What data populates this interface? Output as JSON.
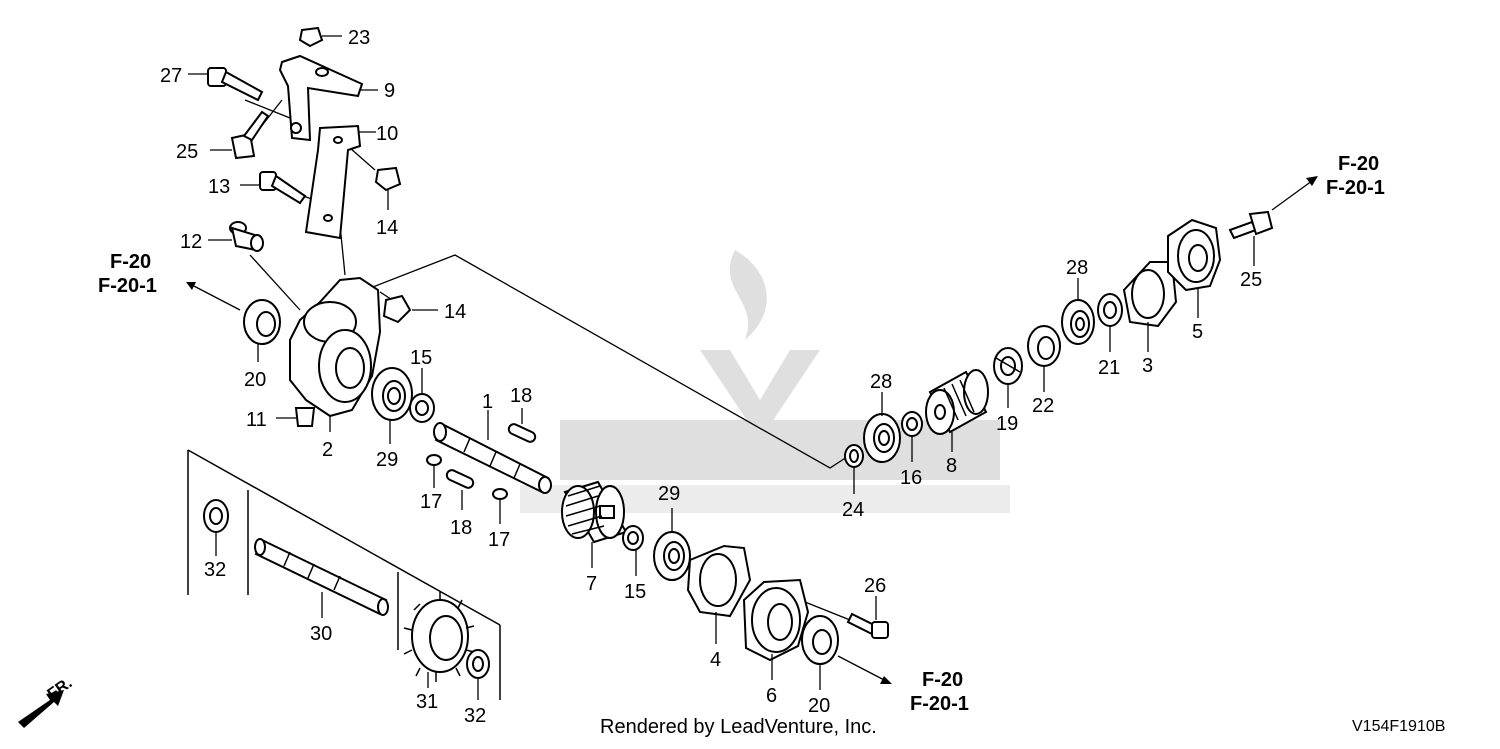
{
  "diagram": {
    "callouts": [
      "23",
      "27",
      "9",
      "25",
      "10",
      "13",
      "14",
      "12",
      "14",
      "20",
      "2",
      "11",
      "29",
      "15",
      "1",
      "18",
      "17",
      "18",
      "17",
      "29",
      "7",
      "15",
      "4",
      "6",
      "20",
      "26",
      "32",
      "30",
      "31",
      "32",
      "28",
      "24",
      "16",
      "8",
      "19",
      "22",
      "28",
      "21",
      "3",
      "5",
      "25"
    ],
    "references": [
      {
        "line1": "F-20",
        "line2": "F-20-1"
      },
      {
        "line1": "F-20",
        "line2": "F-20-1"
      },
      {
        "line1": "F-20",
        "line2": "F-20-1"
      }
    ],
    "direction_label": "FR.",
    "footer": "Rendered by LeadVenture, Inc.",
    "diagram_code": "V154F1910B"
  }
}
